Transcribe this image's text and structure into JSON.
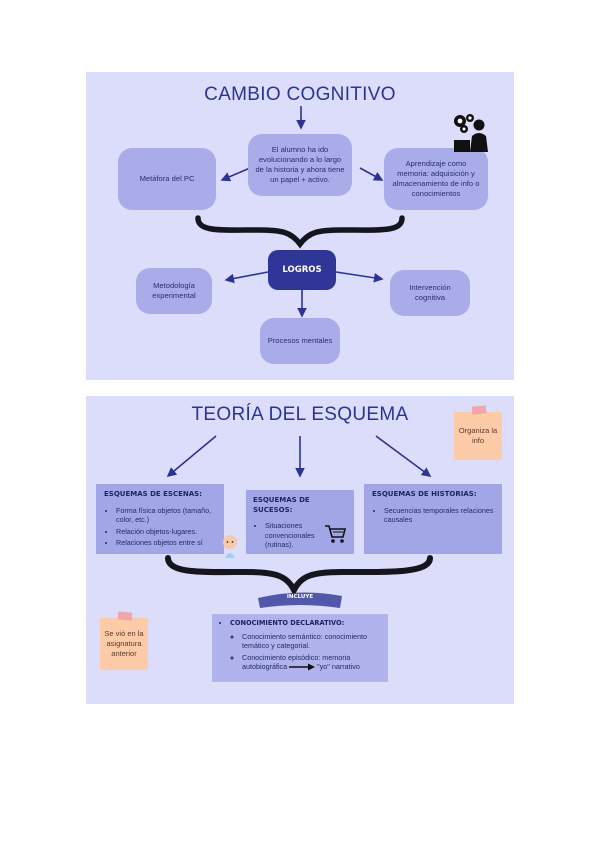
{
  "panel1": {
    "title": "CAMBIO COGNITIVO",
    "center_box": "El alumno ha ido evolucionando a lo largo de la historia y ahora tiene un papel + activo.",
    "left_box": "Metáfora del PC",
    "right_box": "Aprendizaje como memoria: adquisición y almacenamiento de info o conocimientos",
    "hub": "LOGROS",
    "achievements": [
      "Metodología experimental",
      "Intervención cognitiva",
      "Procesos mentales"
    ]
  },
  "panel2": {
    "title": "TEORÍA DEL ESQUEMA",
    "sticky_top": "Organiza la info",
    "sticky_left": "Se vió en la asignatura anterior",
    "schema_scenes": {
      "heading": "ESQUEMAS DE ESCENAS:",
      "items": [
        "Forma física objetos (tamaño, color, etc.)",
        "Relación objetos-lugares.",
        "Relaciones objetos entre sí"
      ]
    },
    "schema_events": {
      "heading": "ESQUEMAS DE SUCESOS:",
      "items": [
        "Situaciones convencionales (rutinas)."
      ]
    },
    "schema_stories": {
      "heading": "ESQUEMAS DE HISTORIAS:",
      "items": [
        "Secuencias temporales relaciones causales"
      ]
    },
    "includes_label": "INCLUYE",
    "declarative": {
      "heading": "CONOCIMIENTO DECLARATIVO:",
      "items": [
        "Conocimiento semántico: conocimiento temático y categorial.",
        "Conocimiento episódico: memoria autobiográfica",
        "\"yo\" narrativo"
      ]
    }
  },
  "colors": {
    "panel_bg": "#dcdcfb",
    "box": "#a9ace8",
    "dark_navy": "#2f3697",
    "sticky": "#fdcba8"
  },
  "icons": [
    "gears-person-icon",
    "shopping-cart-icon",
    "baby-icon",
    "arrow-right-icon"
  ]
}
